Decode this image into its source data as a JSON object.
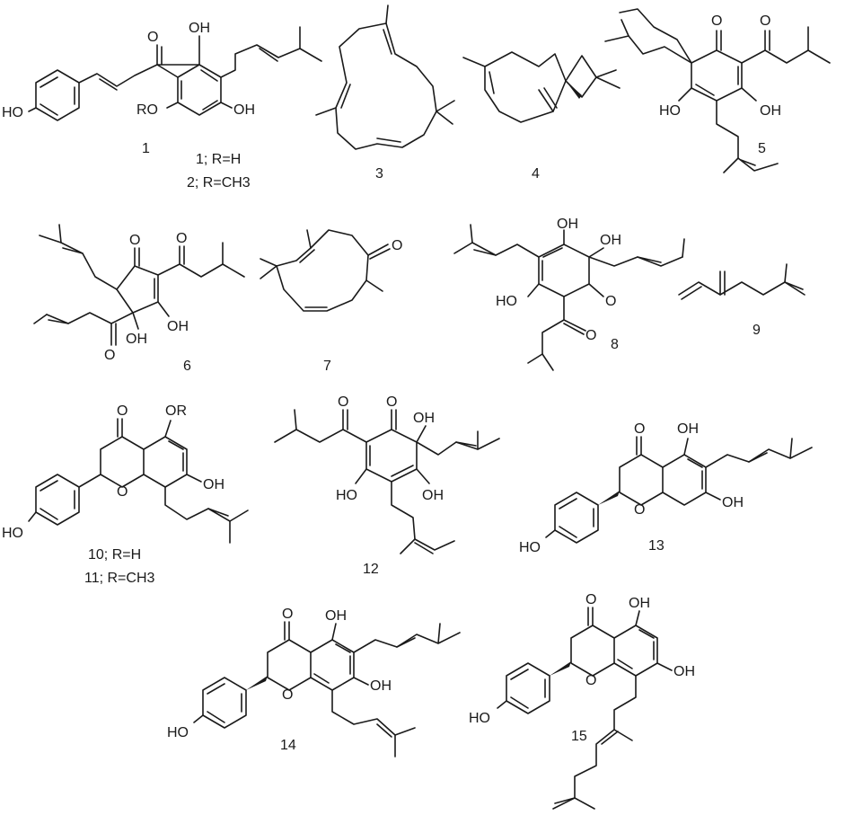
{
  "compounds": [
    {
      "number": "1",
      "caption_lines": [
        "1; R=H",
        "2; R=CH3"
      ],
      "labels": {
        "oh_top": "OH",
        "oh_left": "HO",
        "ro": "RO",
        "oh_bottom": "OH",
        "o": "O"
      }
    },
    {
      "number": "3"
    },
    {
      "number": "4"
    },
    {
      "number": "5",
      "labels": {
        "o1": "O",
        "o2": "O",
        "ho": "HO",
        "oh": "OH"
      }
    },
    {
      "number": "6",
      "labels": {
        "o1": "O",
        "o2": "O",
        "o3": "O",
        "oh1": "OH",
        "oh2": "OH"
      }
    },
    {
      "number": "7",
      "labels": {
        "o": "O"
      }
    },
    {
      "number": "8",
      "labels": {
        "oh1": "OH",
        "oh2": "OH",
        "ho": "HO",
        "o1": "O",
        "o2": "O"
      }
    },
    {
      "number": "9"
    },
    {
      "number": "10",
      "caption_lines": [
        "10; R=H",
        "11; R=CH3"
      ],
      "labels": {
        "o1": "O",
        "or": "OR",
        "o2": "O",
        "oh": "OH",
        "ho": "HO"
      }
    },
    {
      "number": "12",
      "labels": {
        "o1": "O",
        "o2": "O",
        "oh1": "OH",
        "ho": "HO",
        "oh2": "OH"
      }
    },
    {
      "number": "13",
      "labels": {
        "o1": "O",
        "oh1": "OH",
        "o2": "O",
        "oh2": "OH",
        "ho": "HO"
      }
    },
    {
      "number": "14",
      "labels": {
        "o1": "O",
        "oh1": "OH",
        "o2": "O",
        "oh2": "OH",
        "ho": "HO"
      }
    },
    {
      "number": "15",
      "labels": {
        "o1": "O",
        "oh1": "OH",
        "o2": "O",
        "oh2": "OH",
        "ho": "HO"
      }
    }
  ]
}
